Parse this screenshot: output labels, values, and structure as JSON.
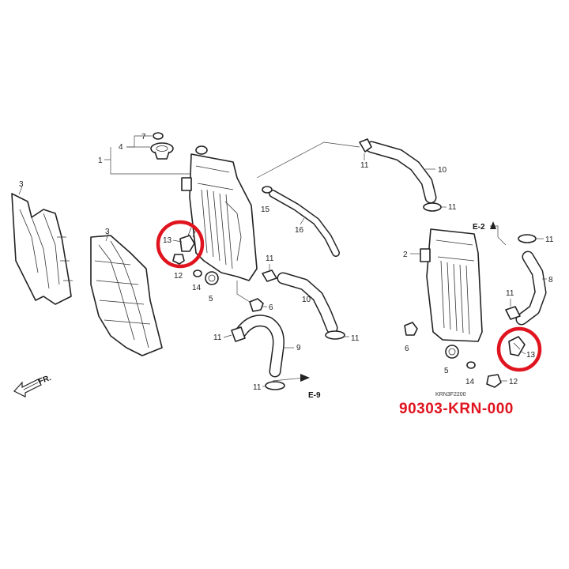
{
  "diagram": {
    "part_number": "90303-KRN-000",
    "drawing_code": "KRN3F2200",
    "direction_label": "FR.",
    "refs": {
      "e2": "E-2",
      "e9": "E-9"
    },
    "callouts": {
      "c1": "1",
      "c2": "2",
      "c3a": "3",
      "c3b": "3",
      "c4": "4",
      "c5a": "5",
      "c5b": "5",
      "c6a": "6",
      "c6b": "6",
      "c7": "7",
      "c8": "8",
      "c9": "9",
      "c10a": "10",
      "c10b": "10",
      "c11a": "11",
      "c11b": "11",
      "c11c": "11",
      "c11d": "11",
      "c11e": "11",
      "c11f": "11",
      "c11g": "11",
      "c11h": "11",
      "c12a": "12",
      "c12b": "12",
      "c13a": "13",
      "c13b": "13",
      "c14a": "14",
      "c14b": "14",
      "c15": "15",
      "c16": "16"
    },
    "highlight_color": "#e0141e"
  }
}
